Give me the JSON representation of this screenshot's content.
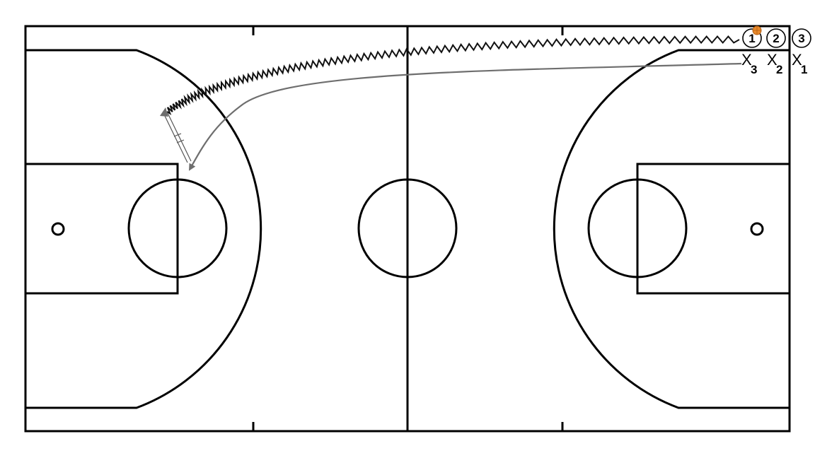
{
  "diagram": {
    "colors": {
      "court_lines": "#000000",
      "background": "#ffffff",
      "dribble_path": "#111111",
      "cut_path": "#6e6e6e",
      "pass_line": "#555555",
      "ball": "#e8892b"
    },
    "offense": [
      {
        "label": "1",
        "has_ball": true
      },
      {
        "label": "2",
        "has_ball": false
      },
      {
        "label": "3",
        "has_ball": false
      }
    ],
    "defense": [
      {
        "mark": "X",
        "sub": "3"
      },
      {
        "mark": "X",
        "sub": "2"
      },
      {
        "mark": "X",
        "sub": "1"
      }
    ],
    "actions": [
      {
        "type": "dribble",
        "by": "1",
        "icon": "zigzag-dribble-line"
      },
      {
        "type": "pass",
        "icon": "pass-line-with-arrow"
      },
      {
        "type": "cut",
        "icon": "curved-cut-arrow"
      }
    ]
  }
}
